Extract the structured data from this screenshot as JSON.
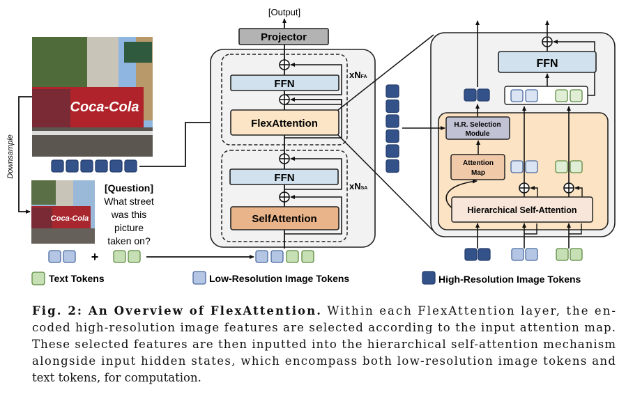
{
  "figure": {
    "output_label": "[Output]",
    "projector": "Projector",
    "ffn": "FFN",
    "flex_attention": "FlexAttention",
    "self_attention": "SelfAttention",
    "repeat_fa": {
      "prefix": "xN",
      "sub": "FA"
    },
    "repeat_sa": {
      "prefix": "xN",
      "sub": "SA"
    },
    "downsample": "Downsample",
    "question_title": "[Question]",
    "question_lines": [
      "What street",
      "was this",
      "picture",
      "taken on?"
    ],
    "plus": "+",
    "hr_selection": [
      "H.R. Selection",
      "Module"
    ],
    "attention_map": [
      "Attention",
      "Map"
    ],
    "hier_self_attention": "Hierarchical Self-Attention",
    "ffn_right": "FFN"
  },
  "legend": {
    "text_tokens": "Text Tokens",
    "low_res": "Low-Resolution Image Tokens",
    "high_res": "High-Resolution Image Tokens"
  },
  "caption": {
    "label": "Fig. 2: An Overview of FlexAttention.",
    "lines": [
      "Within each FlexAttention  layer, the en-",
      "coded high-resolution image features are selected according to the input attention map.",
      "These selected features are then inputted into the hierarchical self-attention mechanism",
      "alongside input hidden states, which encompass both low-resolution image tokens and",
      "text tokens, for computation."
    ]
  },
  "colors": {
    "high_res_token": "#34528a",
    "low_res_token": "#b4c6e4",
    "text_token": "#c6dfb4",
    "ffn": "#d1e2ee",
    "flex_attention": "#fbe5c6",
    "self_attention": "#eab48a",
    "projector": "#b3b3b3",
    "hr_selection": "#c1c3d5",
    "attention_map": "#f0c9a9",
    "hier_attention": "#f8e6da",
    "orange_panel": "#fbe3c3"
  }
}
